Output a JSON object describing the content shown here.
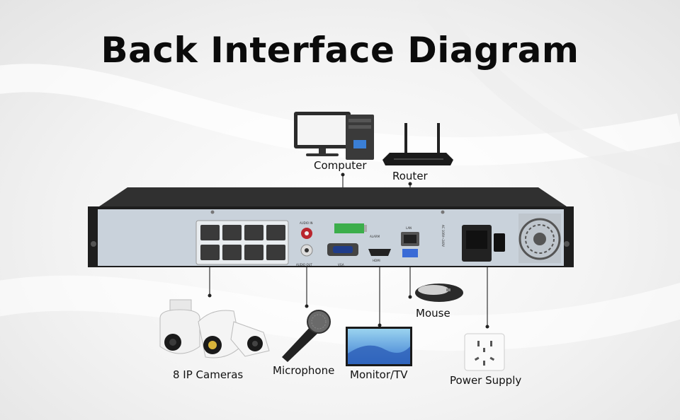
{
  "title": "Back Interface Diagram",
  "labels": {
    "computer": "Computer",
    "router": "Router",
    "mouse": "Mouse",
    "cameras": "8 IP Cameras",
    "microphone": "Microphone",
    "monitor": "Monitor/TV",
    "power": "Power Supply"
  },
  "panel": {
    "audio_in": "AUDIO IN",
    "audio_out": "AUDIO OUT",
    "vga": "VGA",
    "alarm": "ALARM",
    "hdmi": "HDMI",
    "lan": "LAN",
    "ac": "AC 100V~240V"
  }
}
